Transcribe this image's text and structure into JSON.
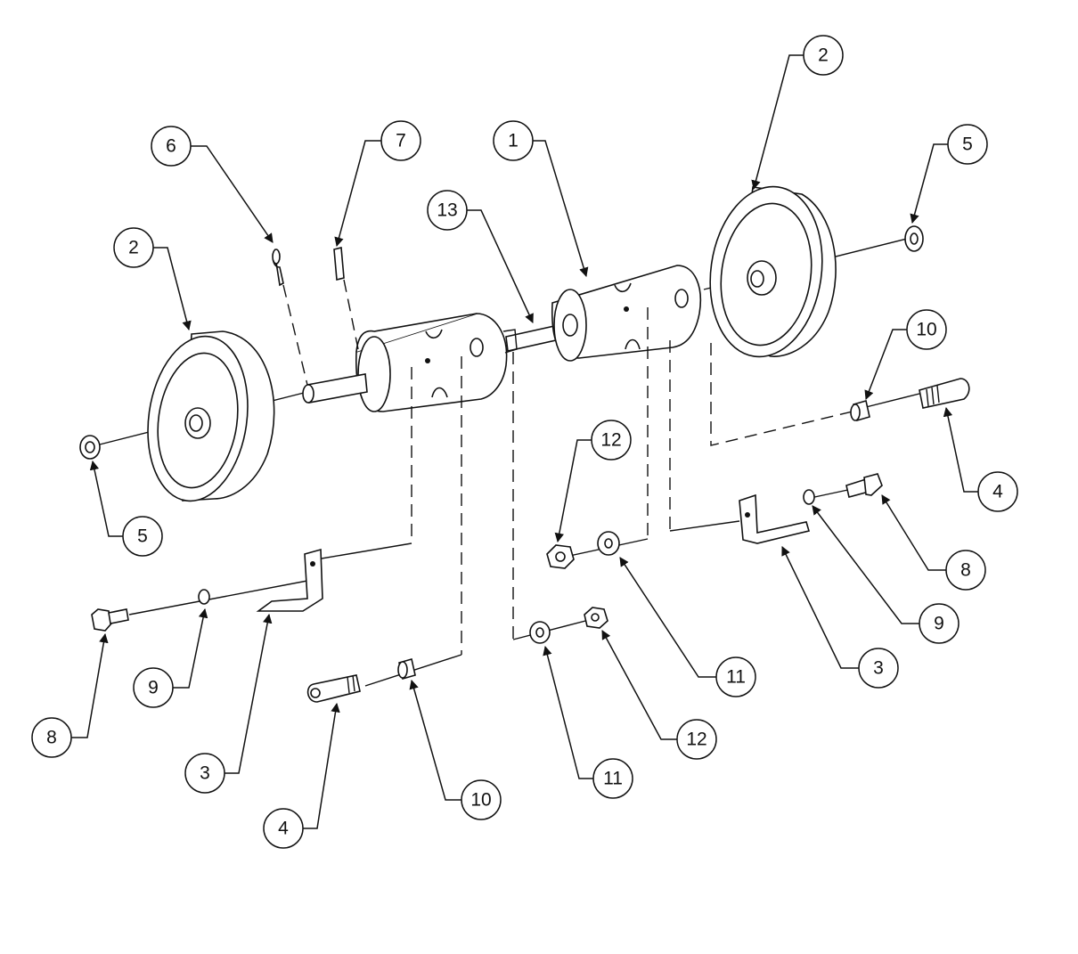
{
  "callouts": [
    {
      "id": "c2a",
      "label": "2"
    },
    {
      "id": "c6",
      "label": "6"
    },
    {
      "id": "c7",
      "label": "7"
    },
    {
      "id": "c1",
      "label": "1"
    },
    {
      "id": "c13",
      "label": "13"
    },
    {
      "id": "c2b",
      "label": "2"
    },
    {
      "id": "c5a",
      "label": "5"
    },
    {
      "id": "c5b",
      "label": "5"
    },
    {
      "id": "c10a",
      "label": "10"
    },
    {
      "id": "c4a",
      "label": "4"
    },
    {
      "id": "c12a",
      "label": "12"
    },
    {
      "id": "c11a",
      "label": "11"
    },
    {
      "id": "c3a",
      "label": "3"
    },
    {
      "id": "c9a",
      "label": "9"
    },
    {
      "id": "c8a",
      "label": "8"
    },
    {
      "id": "c9b",
      "label": "9"
    },
    {
      "id": "c8b",
      "label": "8"
    },
    {
      "id": "c3b",
      "label": "3"
    },
    {
      "id": "c4b",
      "label": "4"
    },
    {
      "id": "c10b",
      "label": "10"
    },
    {
      "id": "c11b",
      "label": "11"
    },
    {
      "id": "c12b",
      "label": "12"
    }
  ]
}
